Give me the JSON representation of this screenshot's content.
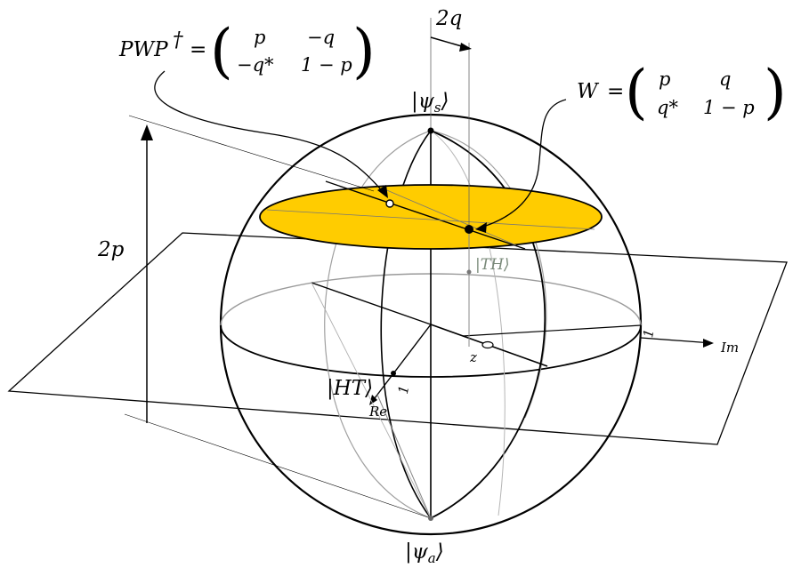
{
  "labels": {
    "psi_s": "|ψ",
    "psi_s_sub": "s",
    "psi_a": "|ψ",
    "psi_a_sub": "a",
    "ket_close": "⟩",
    "ht": "|HT⟩",
    "th": "|TH⟩",
    "two_q": "2q",
    "two_p": "2p",
    "re": "Re",
    "im": "Im",
    "z": "z",
    "one_re": "1",
    "one_im": "1"
  },
  "pwp": {
    "lhs": "PWP",
    "dagger": "†",
    "equals": "=",
    "m11": "p",
    "m12": "−q",
    "m21": "−q*",
    "m22": "1 − p"
  },
  "w": {
    "lhs": "W",
    "equals": "=",
    "m11": "p",
    "m12": "q",
    "m21": "q*",
    "m22": "1 − p"
  },
  "colors": {
    "disk_fill": "#ffcc00",
    "line": "#000000",
    "faint": "#8a8a8a"
  }
}
